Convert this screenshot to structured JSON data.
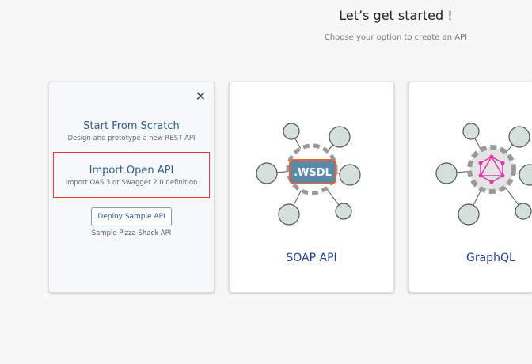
{
  "header": {
    "title": "Let’s get started !",
    "subtitle": "Choose your option to create an API"
  },
  "rest_card": {
    "close_icon": "close-icon",
    "start_from_scratch": {
      "title": "Start From Scratch",
      "description": "Design and prototype a new REST API"
    },
    "import_open_api": {
      "title": "Import Open API",
      "description": "Import OAS 3 or Swagger 2.0 definition",
      "highlight_color": "#e53935"
    },
    "deploy_sample": {
      "button_label": "Deploy Sample API",
      "description": "Sample Pizza Shack API"
    }
  },
  "soap_card": {
    "label": "SOAP API",
    "badge_text": ".WSDL"
  },
  "graphql_card": {
    "label": "GraphQL",
    "logo_color": "#e535ab"
  }
}
